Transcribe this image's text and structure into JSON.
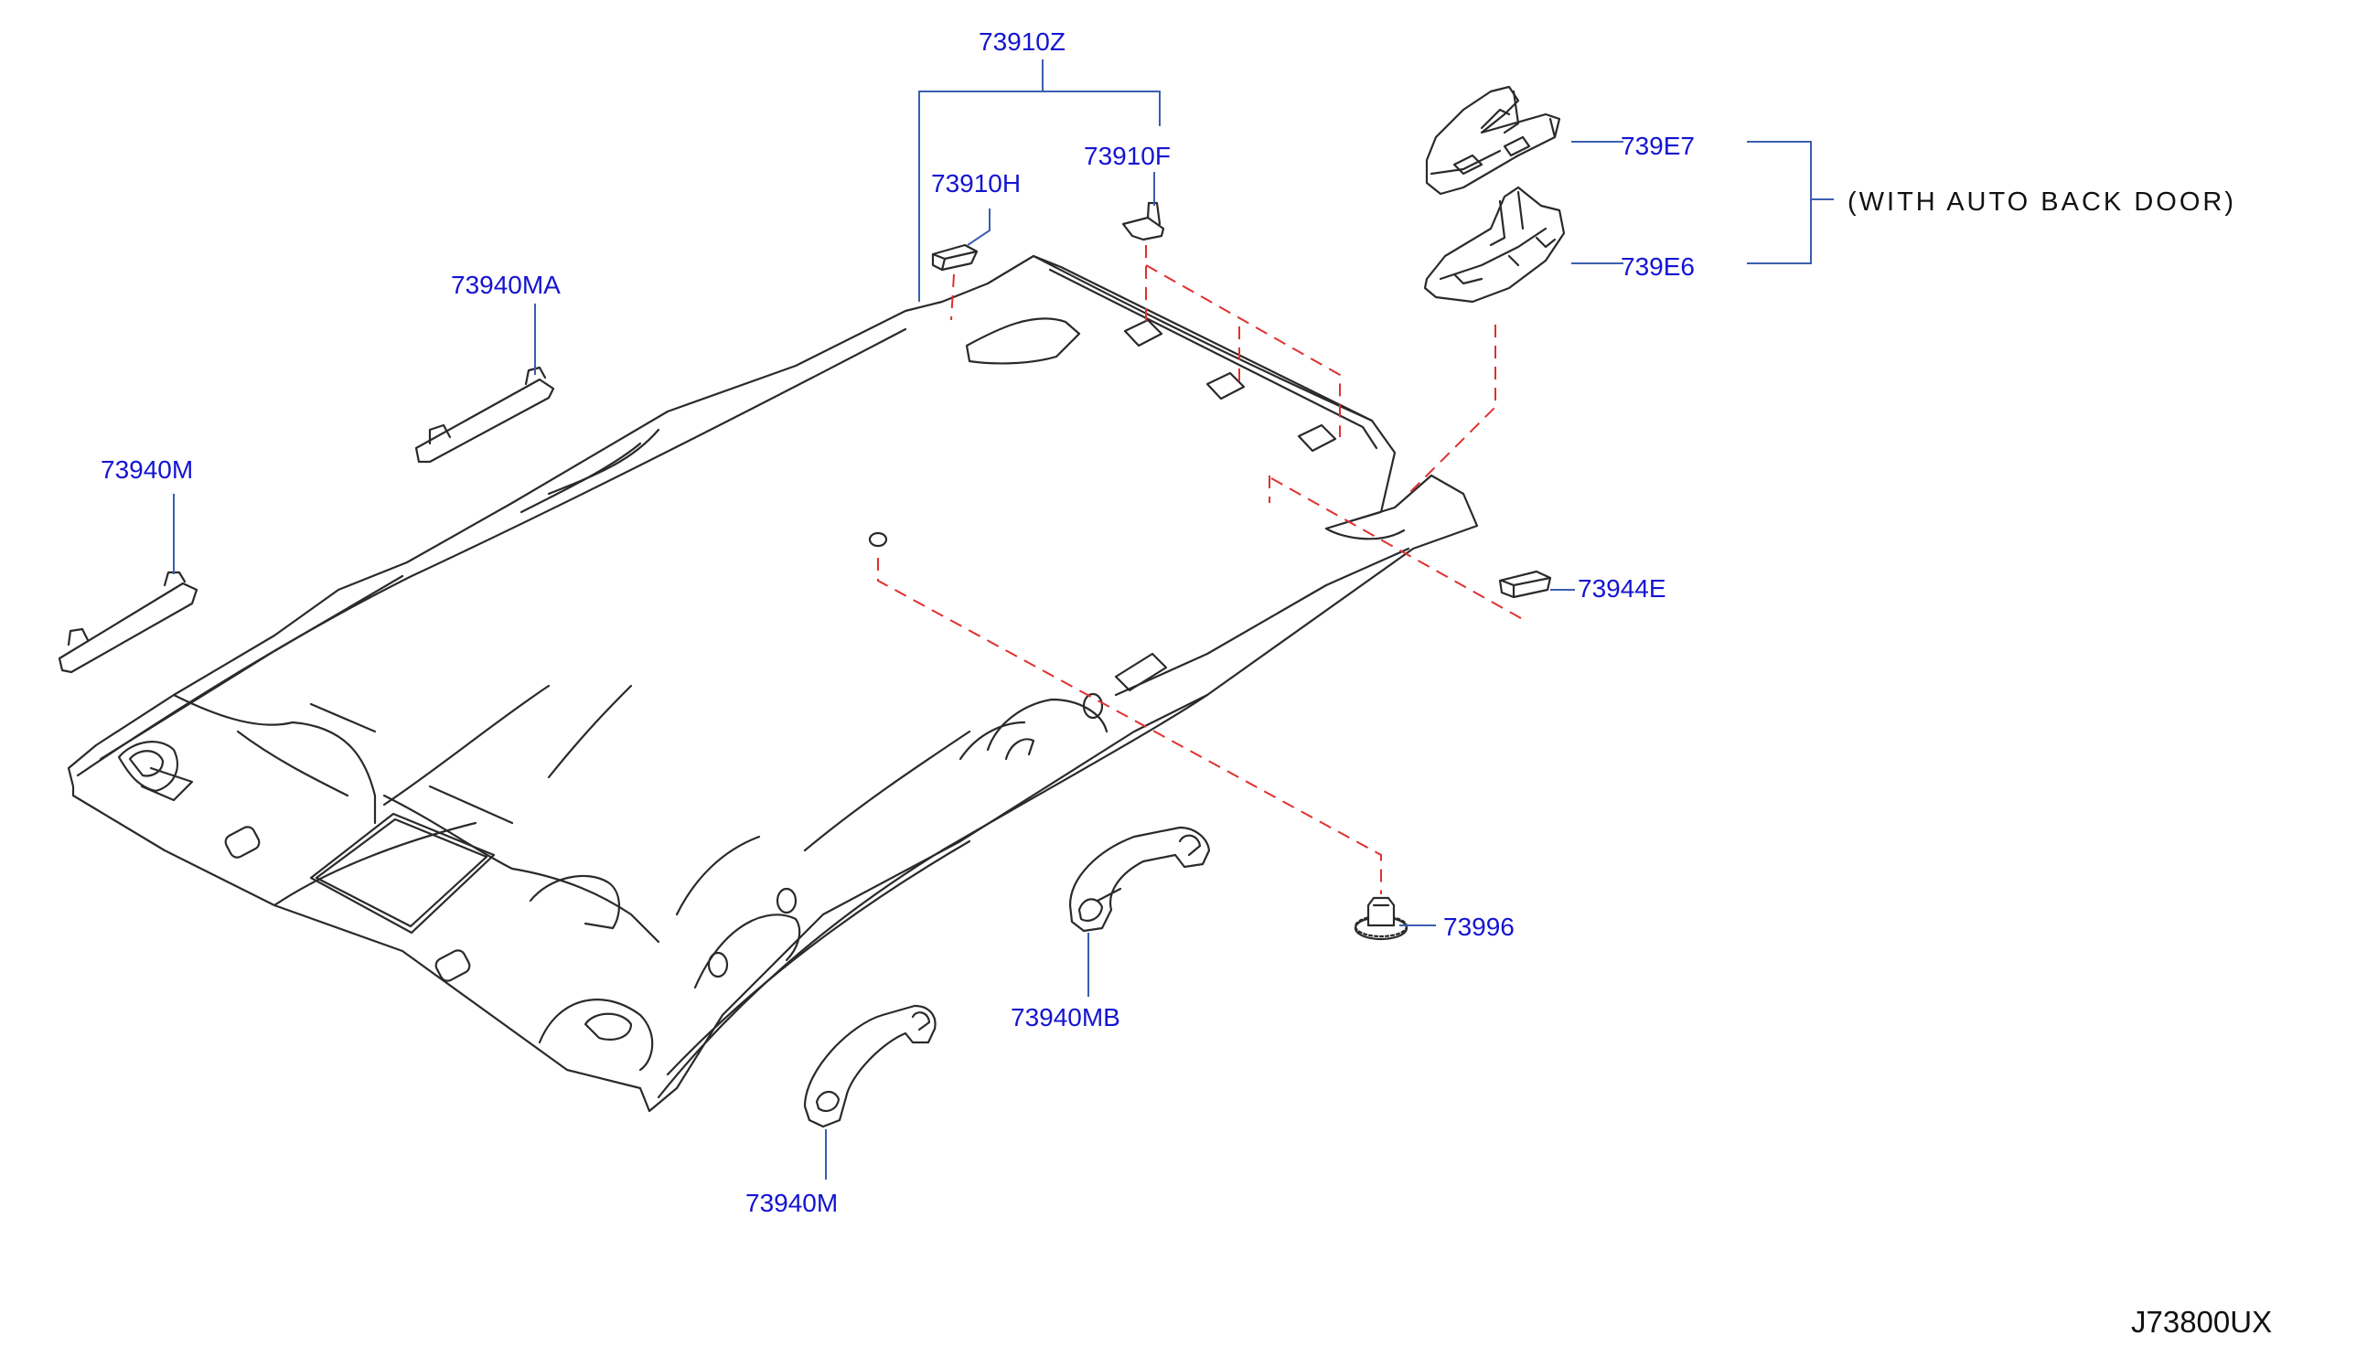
{
  "diagram_code": "J73800UX",
  "note": "(WITH  AUTO  BACK  DOOR)",
  "callouts": {
    "p73910Z": "73910Z",
    "p73910F": "73910F",
    "p73910H": "73910H",
    "p73940MA": "73940MA",
    "p73940M_left": "73940M",
    "p739E7": "739E7",
    "p739E6": "739E6",
    "p73944E": "73944E",
    "p73996": "73996",
    "p73940MB": "73940MB",
    "p73940M_bottom": "73940M"
  },
  "colors": {
    "callout_text": "#1414d2",
    "leader_line": "#3a5fb0",
    "dashed_line": "#e03030",
    "part_outline": "#2a2a2a"
  }
}
